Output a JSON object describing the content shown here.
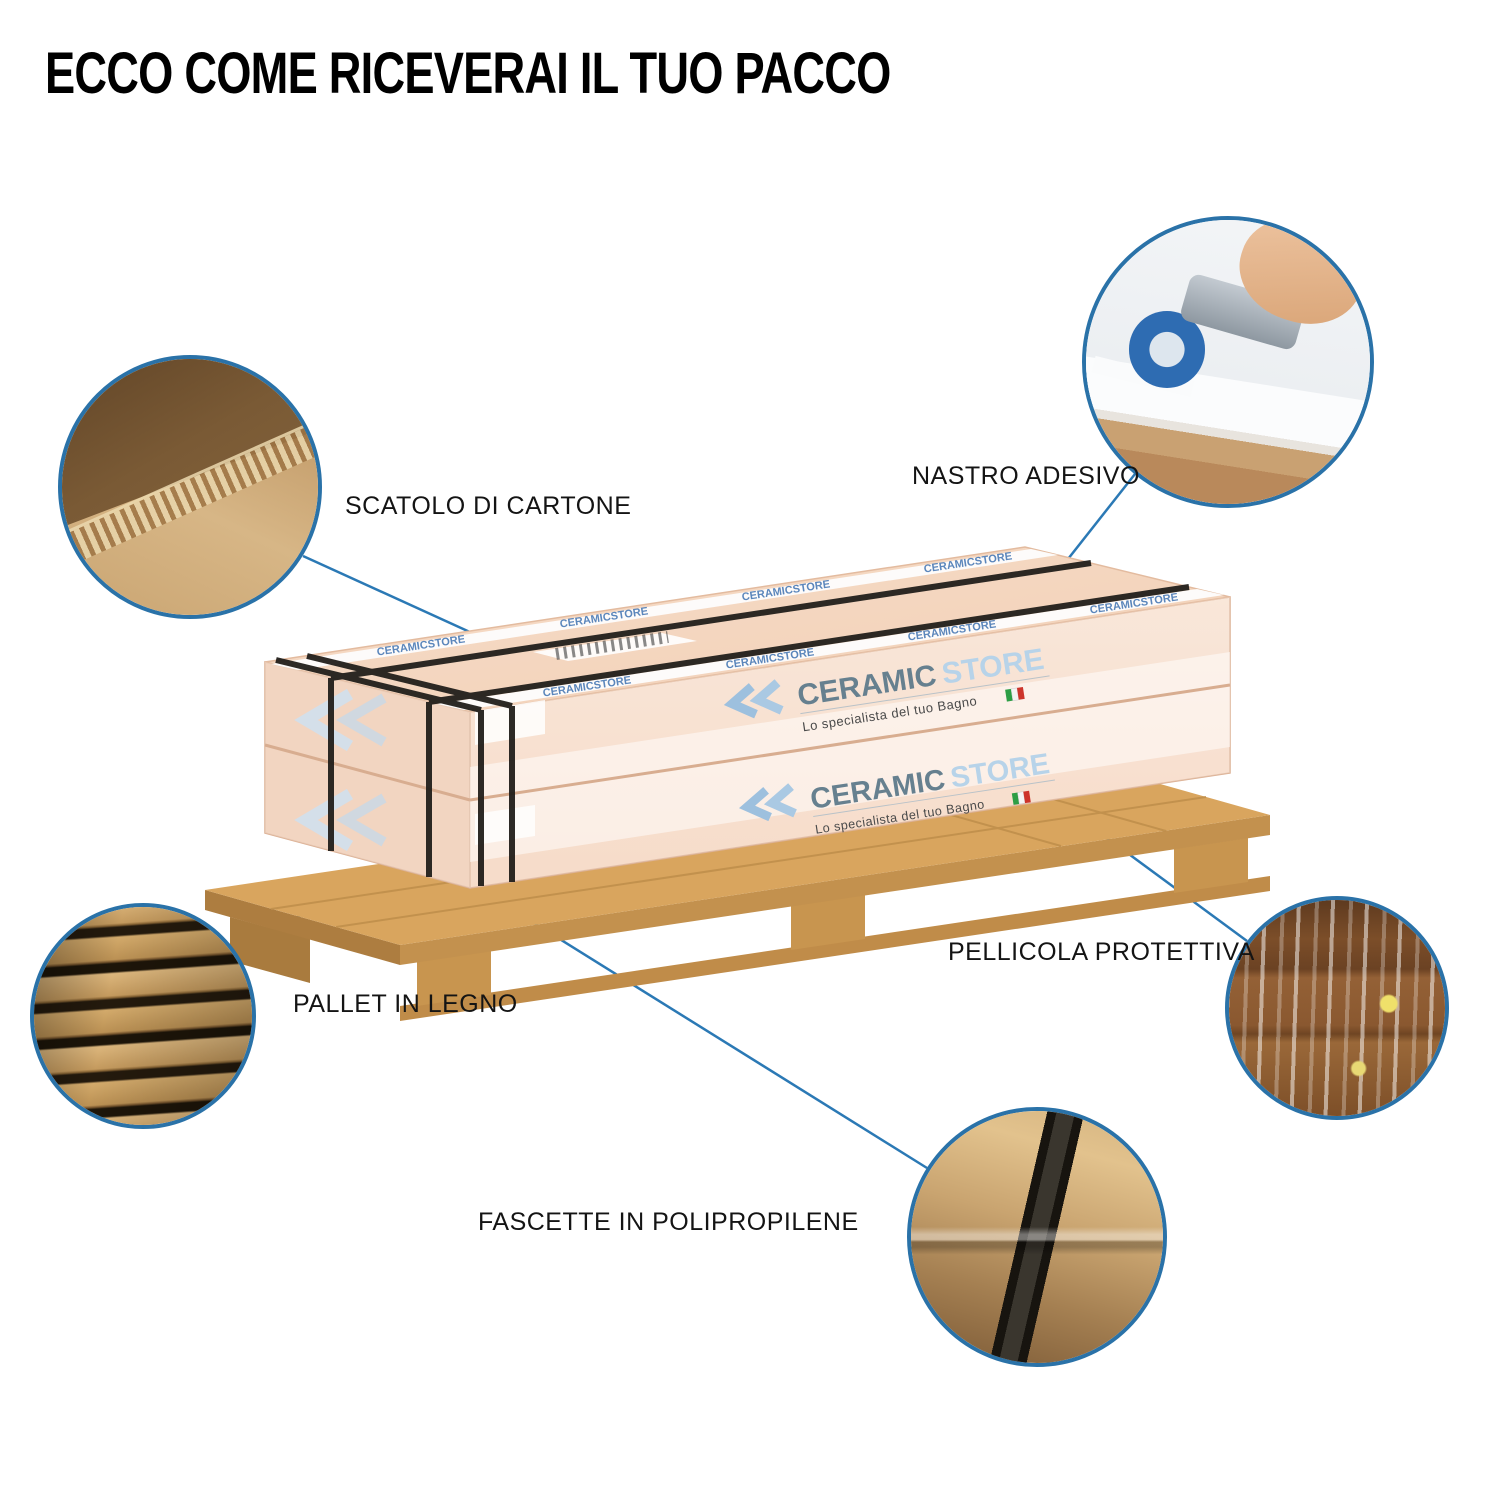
{
  "title": "ECCO COME RICEVERAI IL TUO PACCO",
  "callouts": {
    "cardboard": {
      "label": "SCATOLO DI CARTONE",
      "photo": "cardboard-box-corner"
    },
    "tape": {
      "label": "NASTRO ADESIVO",
      "photo": "tape-dispenser-sealing-box"
    },
    "film": {
      "label": "PELLICOLA PROTETTIVA",
      "photo": "shrink-wrapped-pallet"
    },
    "pallet": {
      "label": "PALLET IN LEGNO",
      "photo": "wooden-pallet"
    },
    "straps": {
      "label": "FASCETTE IN POLIPROPILENE",
      "photo": "strapped-box-corner"
    }
  },
  "brand": {
    "name_main": "CERAMIC",
    "name_sub": "STORE",
    "tagline": "Lo specialista del tuo Bagno",
    "tape_text": "CERAMICSTORE"
  },
  "colors": {
    "accent_blue": "#2b79b5",
    "circle_border": "#2a72a8",
    "box_face": "#f6d8c2",
    "pallet_wood": "#d9a55e",
    "strap_black": "#221f1b",
    "logo_dark": "#66808f",
    "logo_light": "#b7d3e9"
  }
}
